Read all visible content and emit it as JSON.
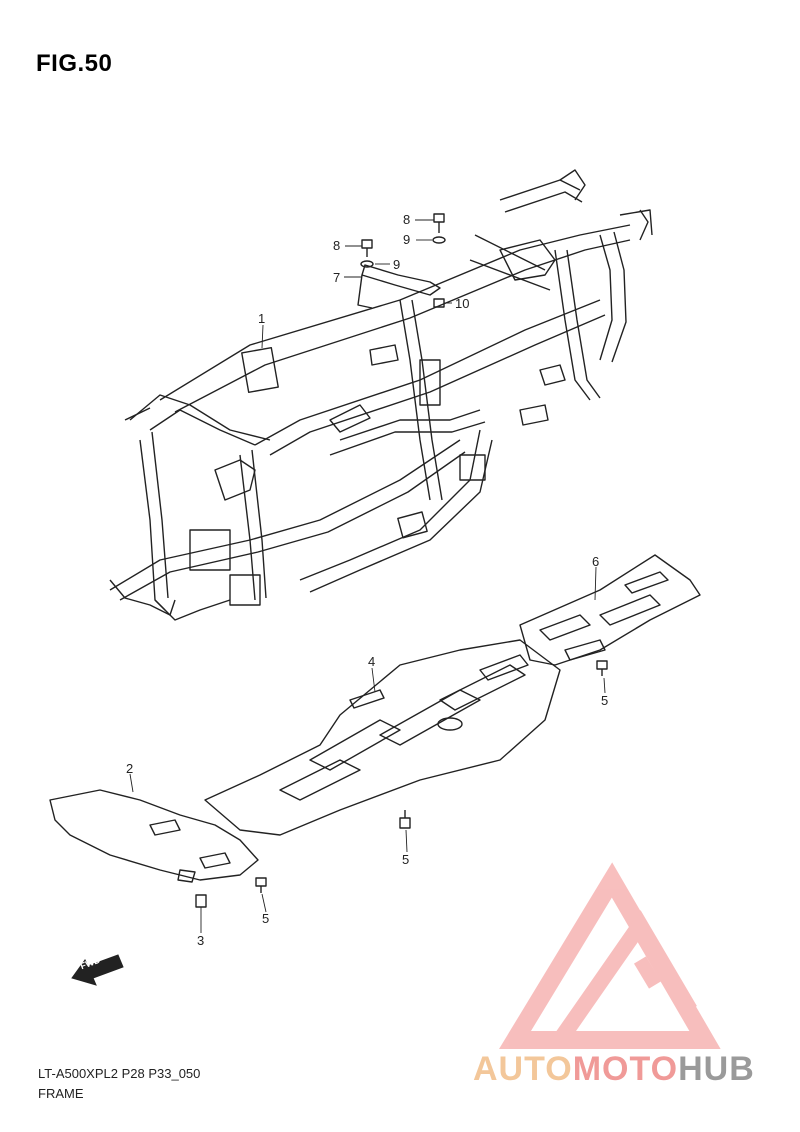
{
  "title": "FIG.50",
  "callouts": {
    "c1": "1",
    "c2": "2",
    "c3": "3",
    "c4": "4",
    "c5a": "5",
    "c5b": "5",
    "c5c": "5",
    "c6": "6",
    "c7": "7",
    "c8a": "8",
    "c8b": "8",
    "c9a": "9",
    "c9b": "9",
    "c10": "10"
  },
  "fwd_label": "FWD",
  "footer": {
    "code": "LT-A500XPL2 P28 P33_050",
    "name": "FRAME"
  },
  "watermark": {
    "part1": "AUTO",
    "part2": "MOTO",
    "part3": "HUB",
    "colors": {
      "auto": "#f3c79a",
      "moto": "#f09a98",
      "hub": "#9a9a9a",
      "logo": "#f59a98"
    }
  }
}
